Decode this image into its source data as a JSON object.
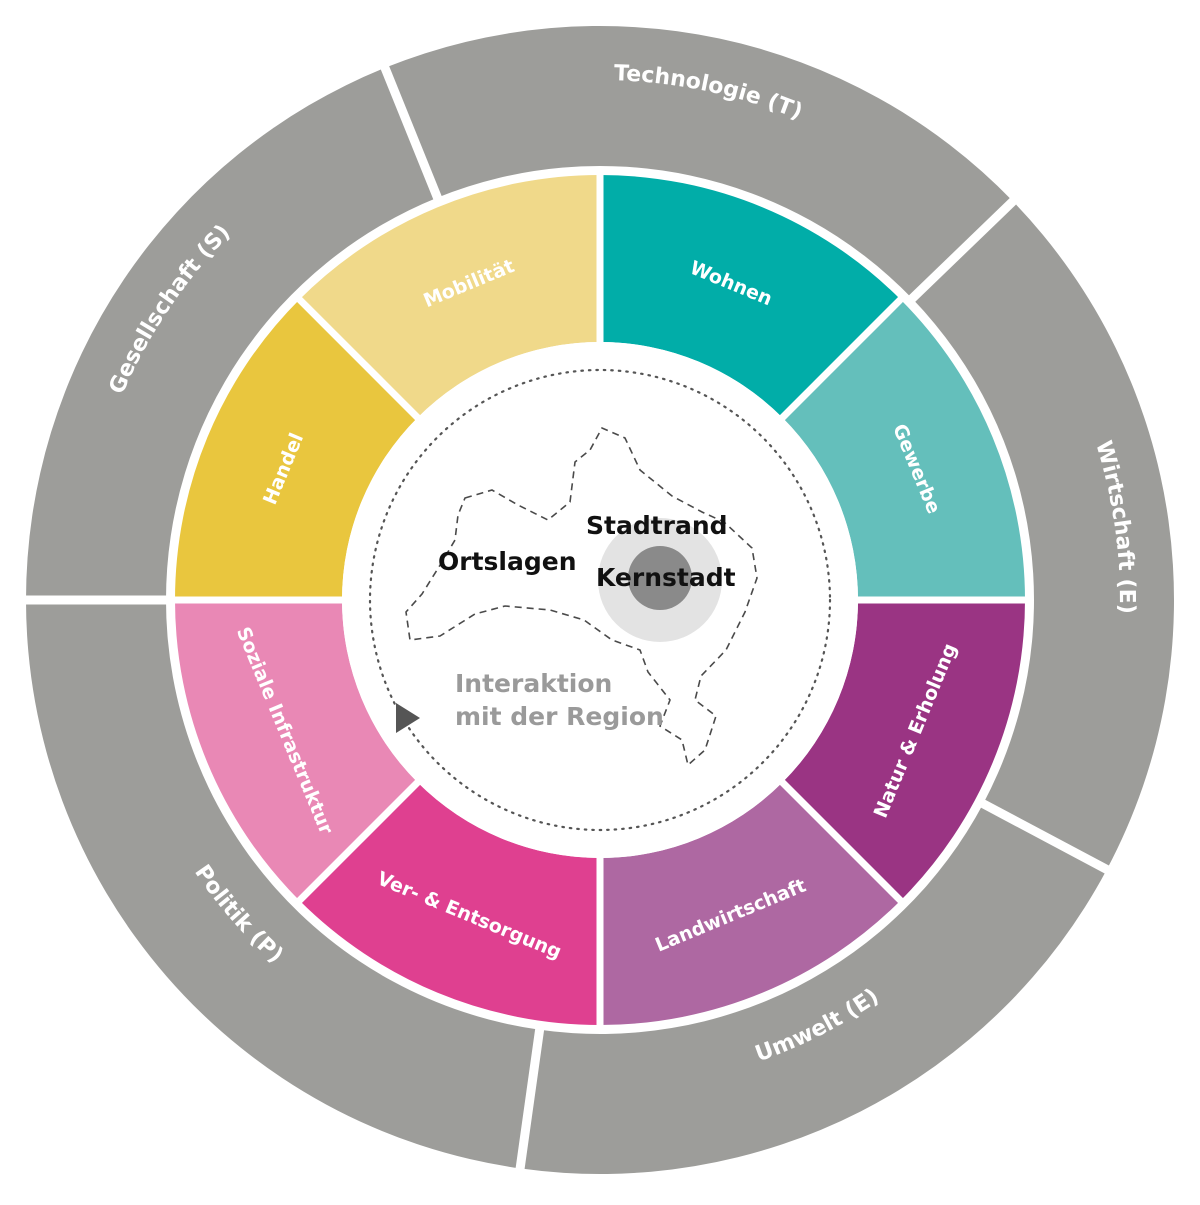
{
  "colors": {
    "outer_ring": "#9d9d9a",
    "outer_text": "#ffffff",
    "separator": "#ffffff",
    "center_fill": "#ffffff",
    "map_outline": "#4a4a4a",
    "kernstadt_halo": "#e3e3e3",
    "kernstadt_dot": "#8a8a8a",
    "interaction_text": "#9a9a9a",
    "arrow": "#555555"
  },
  "outer_ring": {
    "segments": [
      {
        "label": "Gesellschaft (S)",
        "start_deg": -90,
        "end_deg": -22
      },
      {
        "label": "Technologie (T)",
        "start_deg": -22,
        "end_deg": 46
      },
      {
        "label": "Wirtschaft (E)",
        "start_deg": 46,
        "end_deg": 118
      },
      {
        "label": "Umwelt (E)",
        "start_deg": 118,
        "end_deg": 188
      },
      {
        "label": "Politik (P)",
        "start_deg": 188,
        "end_deg": 270
      }
    ]
  },
  "inner_ring": {
    "segments": [
      {
        "label": "Wohnen",
        "color": "#01ada8",
        "start_deg": 0,
        "end_deg": 45
      },
      {
        "label": "Gewerbe",
        "color": "#64bfbb",
        "start_deg": 45,
        "end_deg": 90
      },
      {
        "label": "Natur & Erholung",
        "color": "#9a3483",
        "start_deg": 90,
        "end_deg": 135
      },
      {
        "label": "Landwirtschaft",
        "color": "#ae68a2",
        "start_deg": 135,
        "end_deg": 180
      },
      {
        "label": "Ver- & Entsorgung",
        "color": "#df4090",
        "start_deg": 180,
        "end_deg": 225
      },
      {
        "label": "Soziale Infrastruktur",
        "color": "#e988b5",
        "start_deg": 225,
        "end_deg": 270
      },
      {
        "label": "Handel",
        "color": "#e9c63e",
        "start_deg": 270,
        "end_deg": 315
      },
      {
        "label": "Mobilität",
        "color": "#f0d98a",
        "start_deg": 315,
        "end_deg": 360
      }
    ]
  },
  "center": {
    "places": {
      "stadtrand": "Stadtrand",
      "ortslagen": "Ortslagen",
      "kernstadt": "Kernstadt"
    },
    "interaction": {
      "line1": "Interaktion",
      "line2": "mit der Region"
    }
  }
}
